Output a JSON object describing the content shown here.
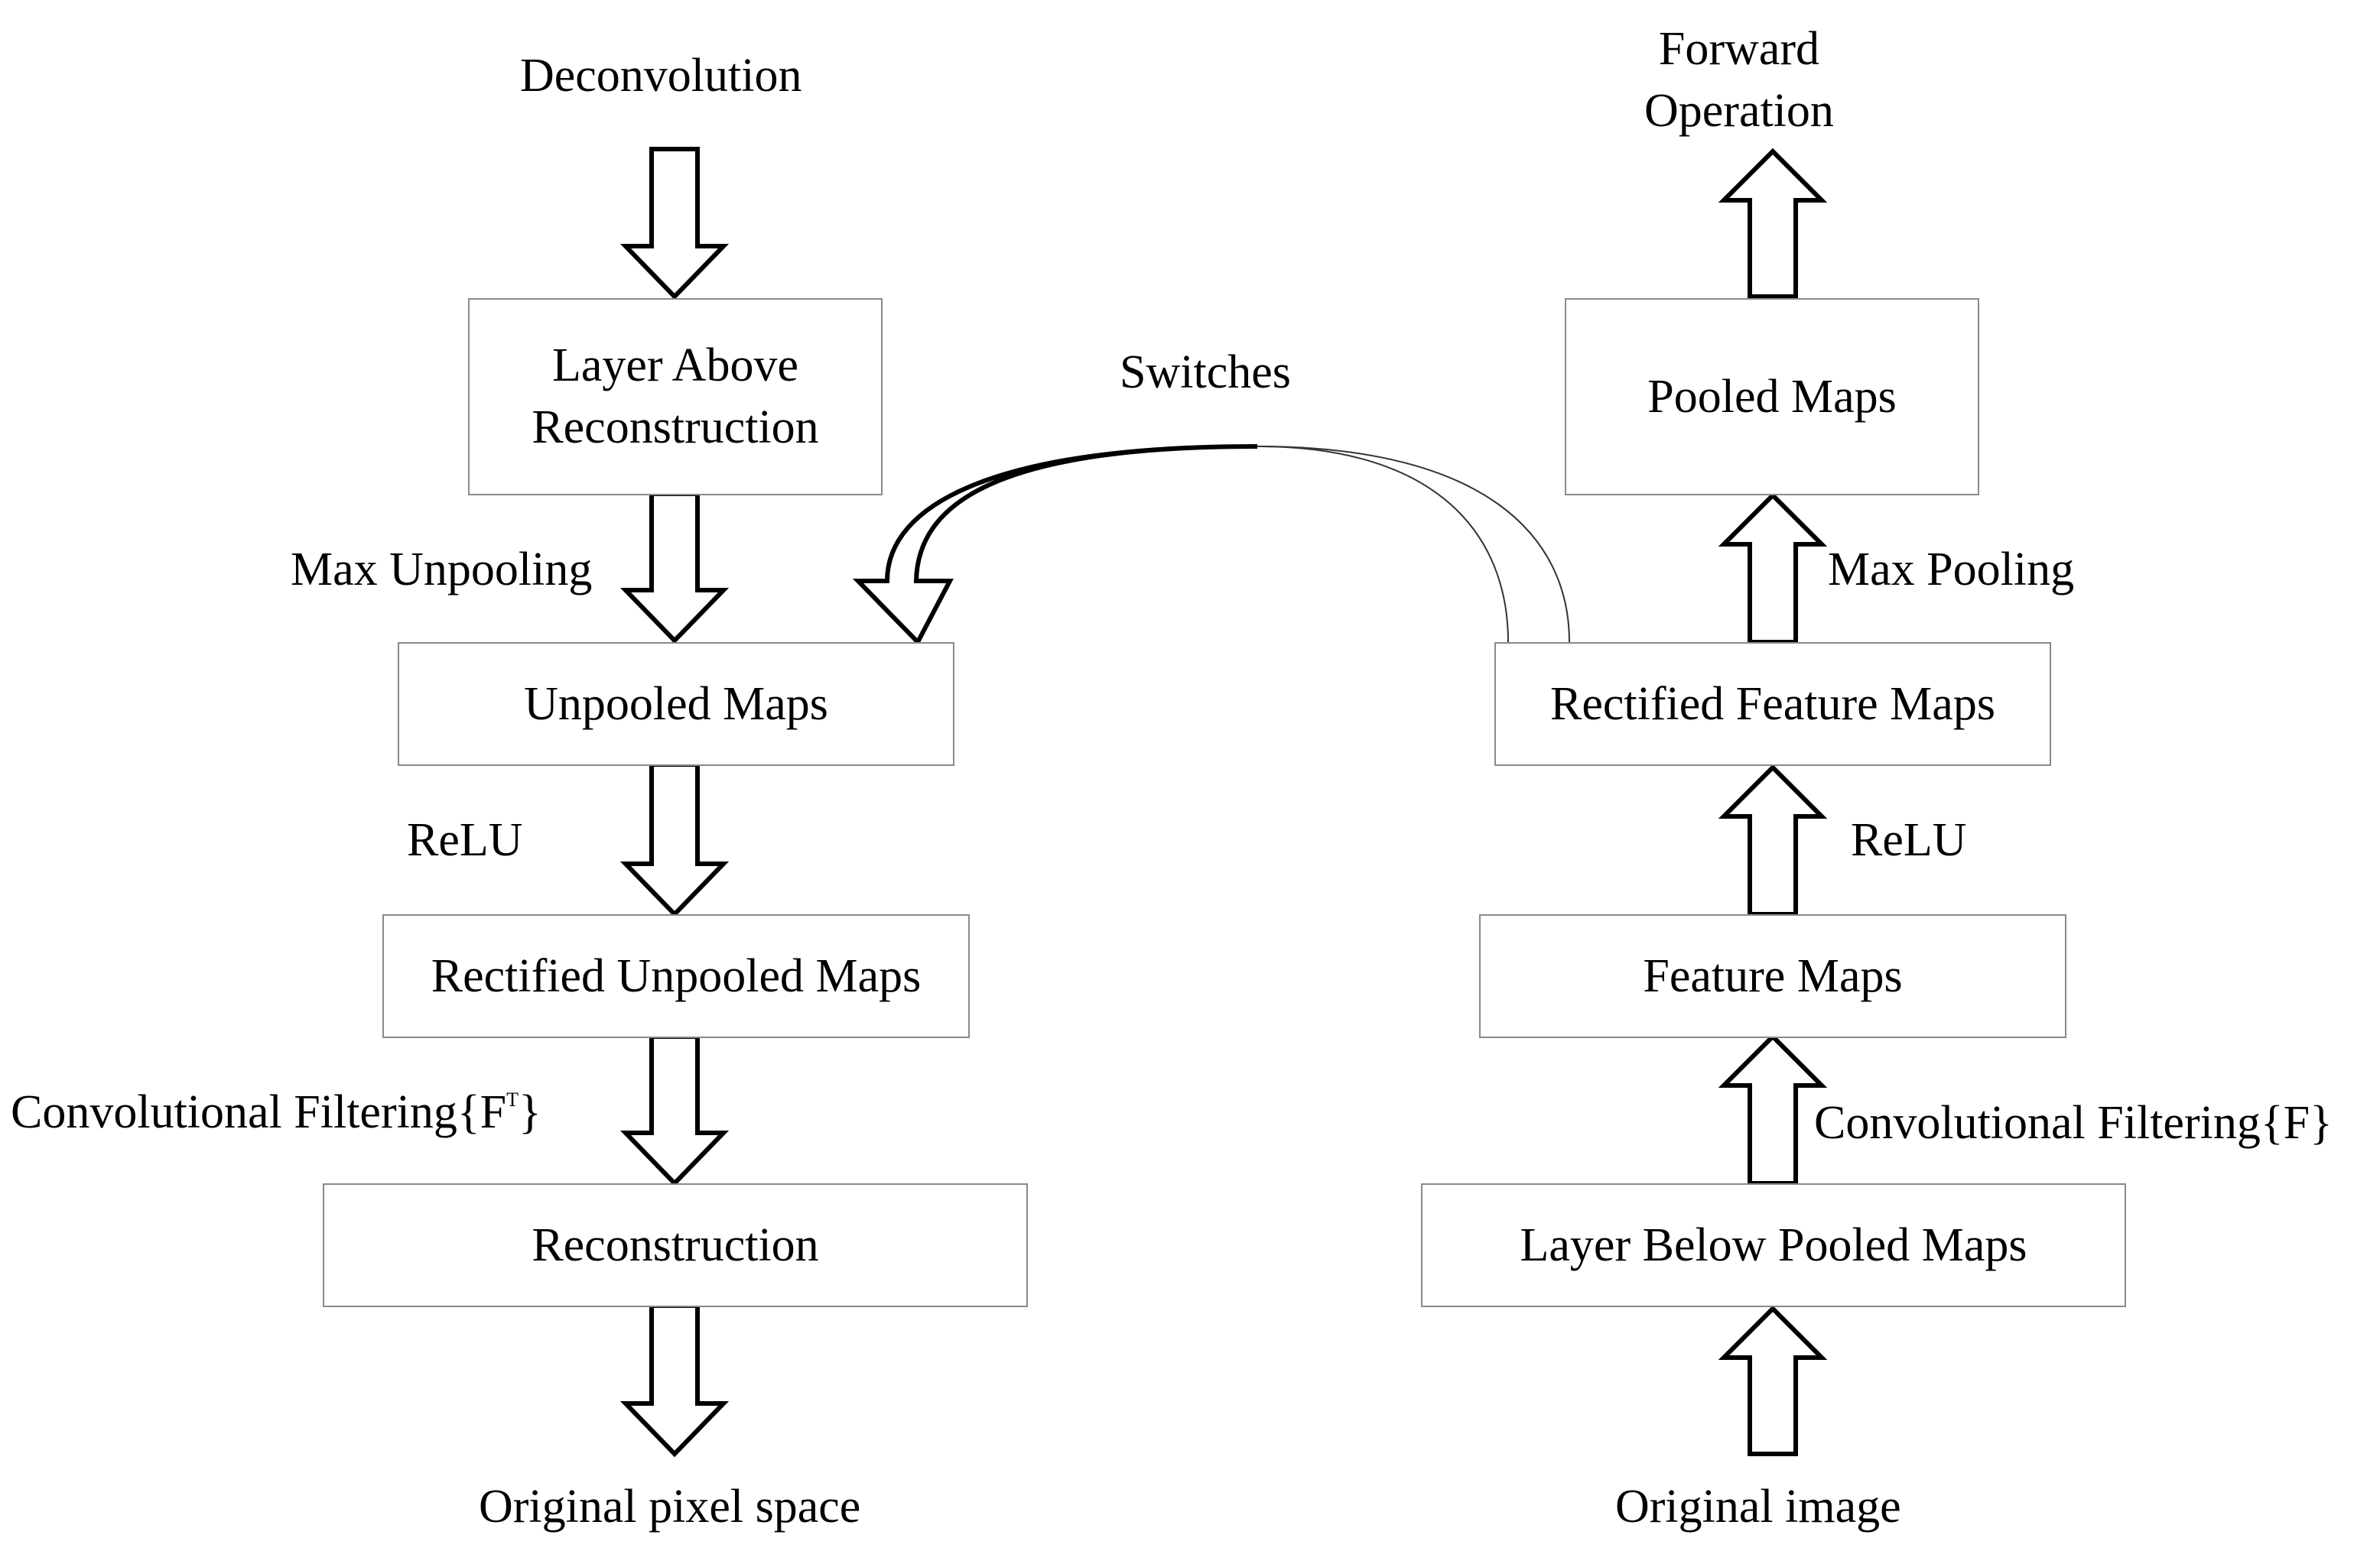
{
  "left_column": {
    "top_label": "Deconvolution",
    "layer_above": {
      "line1": "Layer Above",
      "line2": "Reconstruction"
    },
    "max_unpooling": "Max Unpooling",
    "unpooled_maps": "Unpooled Maps",
    "relu": "ReLU",
    "rectified_unpooled_maps": "Rectified Unpooled Maps",
    "conv_filtering": {
      "prefix": "Convolutional Filtering{F",
      "superscript": "T",
      "suffix": "}"
    },
    "reconstruction": "Reconstruction",
    "bottom_label": "Original pixel space"
  },
  "right_column": {
    "top_label": {
      "line1": "Forward",
      "line2": "Operation"
    },
    "pooled_maps": "Pooled Maps",
    "max_pooling": "Max Pooling",
    "rectified_feature_maps": "Rectified Feature Maps",
    "relu": "ReLU",
    "feature_maps": "Feature Maps",
    "conv_filtering": "Convolutional Filtering{F}",
    "layer_below": "Layer Below Pooled Maps",
    "bottom_label": "Original image"
  },
  "switches_label": "Switches",
  "colors": {
    "text": "#000000",
    "box_border": "#8a8a8a",
    "arrow": "#000000"
  }
}
